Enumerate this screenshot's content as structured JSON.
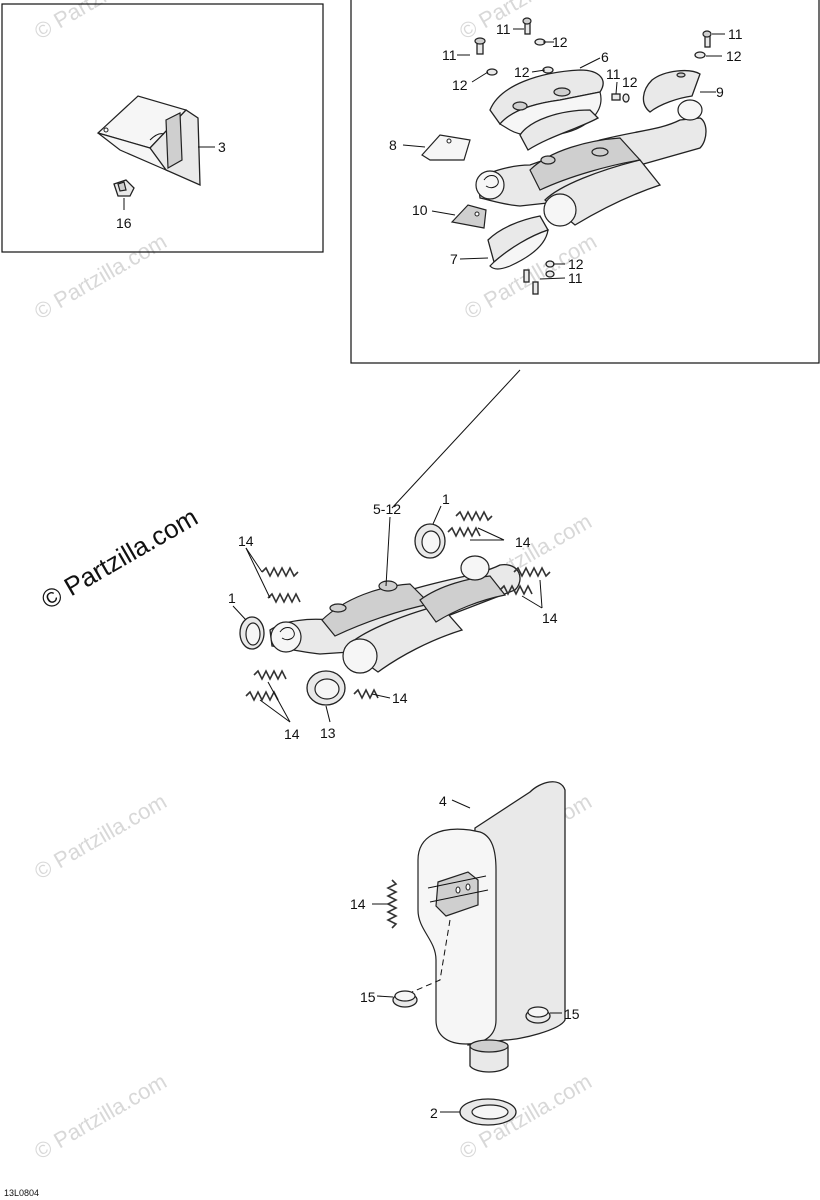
{
  "diagram_code": "13L0804",
  "watermark": "© Partzilla.com",
  "callouts": {
    "p1": "1",
    "p2": "2",
    "p3": "3",
    "p4": "4",
    "p5_12": "5-12",
    "p6": "6",
    "p7": "7",
    "p8": "8",
    "p9": "9",
    "p10": "10",
    "p11": "11",
    "p12": "12",
    "p13": "13",
    "p14": "14",
    "p15": "15",
    "p16": "16"
  }
}
